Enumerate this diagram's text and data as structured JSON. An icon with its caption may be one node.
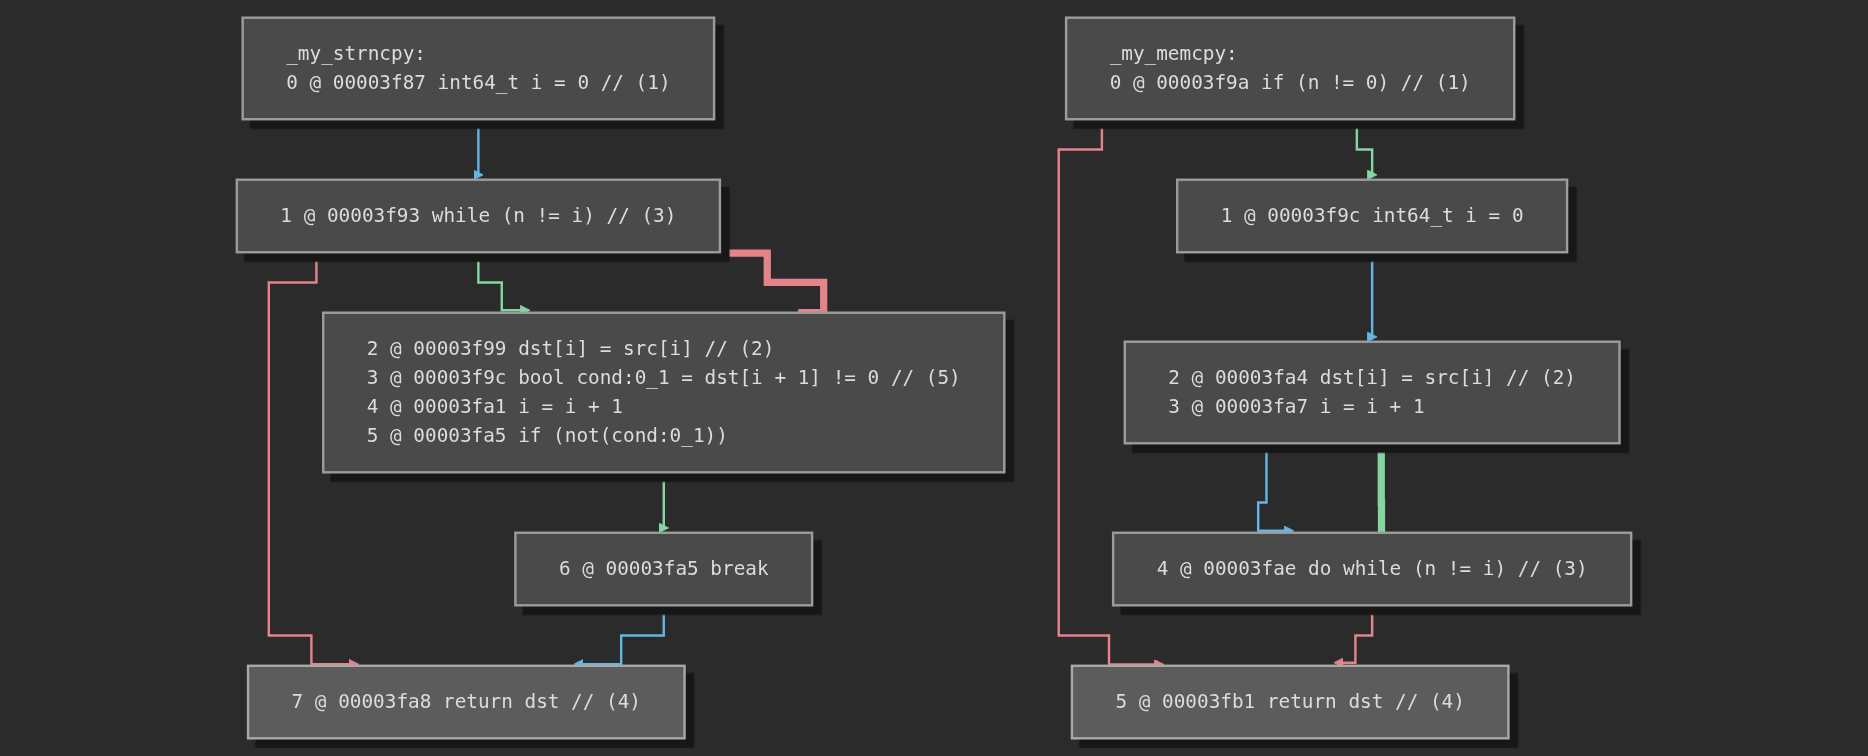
{
  "diagram": {
    "nodes": [
      {
        "text": [
          "_my_strncpy:",
          "0 @ 00003f87 int64_t i = 0 // (1)"
        ]
      },
      {
        "text": [
          "1 @ 00003f93 while (n != i) // (3)"
        ]
      },
      {
        "text": [
          "2 @ 00003f99 dst[i] = src[i] // (2)",
          "3 @ 00003f9c bool cond:0_1 = dst[i + 1] != 0 // (5)",
          "4 @ 00003fa1 i = i + 1",
          "5 @ 00003fa5 if (not(cond:0_1))"
        ]
      },
      {
        "text": [
          "6 @ 00003fa5 break"
        ]
      },
      {
        "text": [
          "7 @ 00003fa8 return dst // (4)"
        ]
      },
      {
        "text": [
          "_my_memcpy:",
          "0 @ 00003f9a if (n != 0) // (1)"
        ]
      },
      {
        "text": [
          "1 @ 00003f9c int64_t i = 0"
        ]
      },
      {
        "text": [
          "2 @ 00003fa4 dst[i] = src[i] // (2)",
          "3 @ 00003fa7 i = i + 1"
        ]
      },
      {
        "text": [
          "4 @ 00003fae do while (n != i) // (3)"
        ]
      },
      {
        "text": [
          "5 @ 00003fb1 return dst // (4)"
        ]
      }
    ],
    "edges": [
      {
        "from": 0,
        "to": 1,
        "arrow": "to",
        "color": "#62b6e3"
      },
      {
        "from": 1,
        "to": 2,
        "arrow": "to",
        "color": "#85d5a2"
      },
      {
        "from": 1,
        "to": 4,
        "arrow": "to",
        "color": "#e5838b"
      },
      {
        "from": 2,
        "to": 3,
        "arrow": "to",
        "color": "#85d5a2"
      },
      {
        "from": 2,
        "to": 1,
        "arrow": "to",
        "style": "thick",
        "color": "#e5838b"
      },
      {
        "from": 3,
        "to": 4,
        "arrow": "to",
        "color": "#62b6e3"
      },
      {
        "from": 5,
        "to": 6,
        "arrow": "to",
        "color": "#85d5a2"
      },
      {
        "from": 5,
        "to": 9,
        "arrow": "to",
        "color": "#e5838b"
      },
      {
        "from": 6,
        "to": 7,
        "arrow": "to",
        "color": "#62b6e3"
      },
      {
        "from": 7,
        "to": 8,
        "arrow": "to",
        "color": "#62b6e3"
      },
      {
        "from": 8,
        "to": 7,
        "arrow": "to",
        "style": "thick",
        "color": "#85d5a2"
      },
      {
        "from": 8,
        "to": 9,
        "arrow": "to",
        "color": "#e5838b"
      }
    ]
  }
}
